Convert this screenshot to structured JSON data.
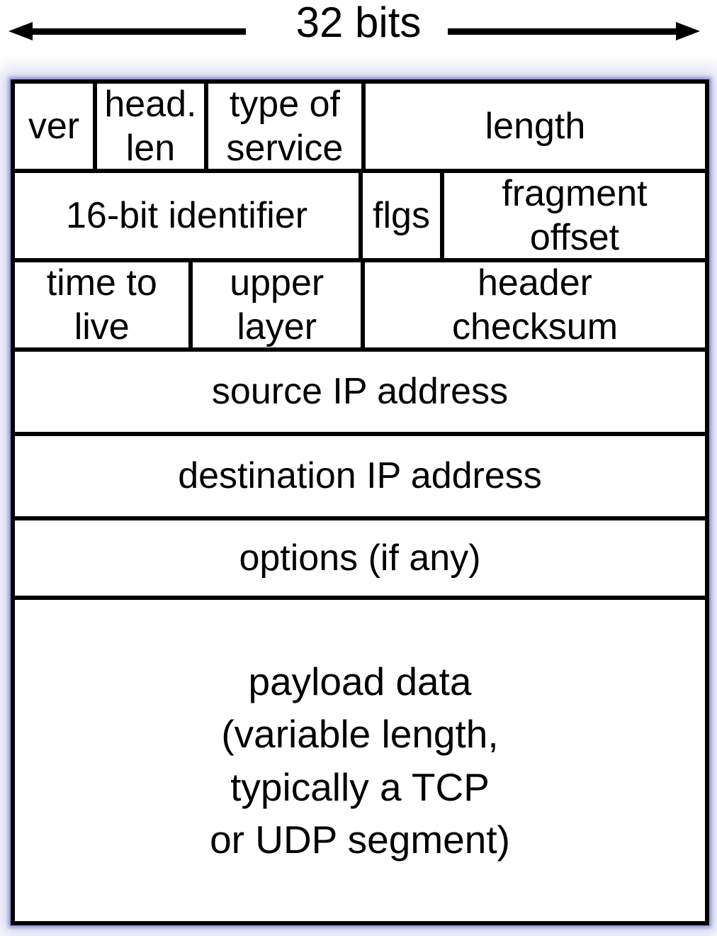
{
  "title": {
    "label": "32 bits"
  },
  "diagram": {
    "row1": {
      "ver": "ver",
      "head_len": "head.\nlen",
      "type_of_service": "type of\nservice",
      "length": "length"
    },
    "row2": {
      "identifier": "16-bit identifier",
      "flags": "flgs",
      "fragment_offset": "fragment\noffset"
    },
    "row3": {
      "time_to_live": "time to\nlive",
      "upper_layer": "upper\nlayer",
      "header_checksum": "header\nchecksum"
    },
    "row4": {
      "source_ip": "source IP address"
    },
    "row5": {
      "destination_ip": "destination IP address"
    },
    "row6": {
      "options": "options (if any)"
    },
    "row7": {
      "payload": "payload data\n(variable length,\ntypically a TCP\nor UDP segment)"
    }
  },
  "colors": {
    "border": "#000000",
    "glow": "#b6bae3",
    "background": "#ffffff",
    "text": "#000000"
  }
}
